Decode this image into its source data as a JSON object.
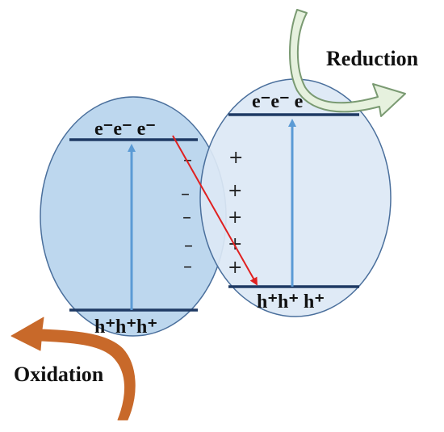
{
  "labels": {
    "left_electrons": "e⁻e⁻ e⁻",
    "left_holes": "h⁺h⁺h⁺",
    "right_electrons": "e⁻e⁻ e⁻",
    "right_holes": "h⁺h⁺ h⁺",
    "reduction": "Reduction",
    "oxidation": "Oxidation",
    "minus_sign": "–",
    "plus_sign": "+"
  },
  "colors": {
    "left_particle_fill": "#bdd7ee",
    "right_particle_fill": "#dce8f5",
    "particle_outline": "#4a6f9c",
    "band_edge": "#1f3a64",
    "excitation_arrow": "#5b9bd5",
    "transfer_arrow": "#e02020",
    "reduction_arrow": "#7a9a72",
    "reduction_arrow_fill": "#e6f1de",
    "oxidation_arrow": "#c8692a"
  }
}
